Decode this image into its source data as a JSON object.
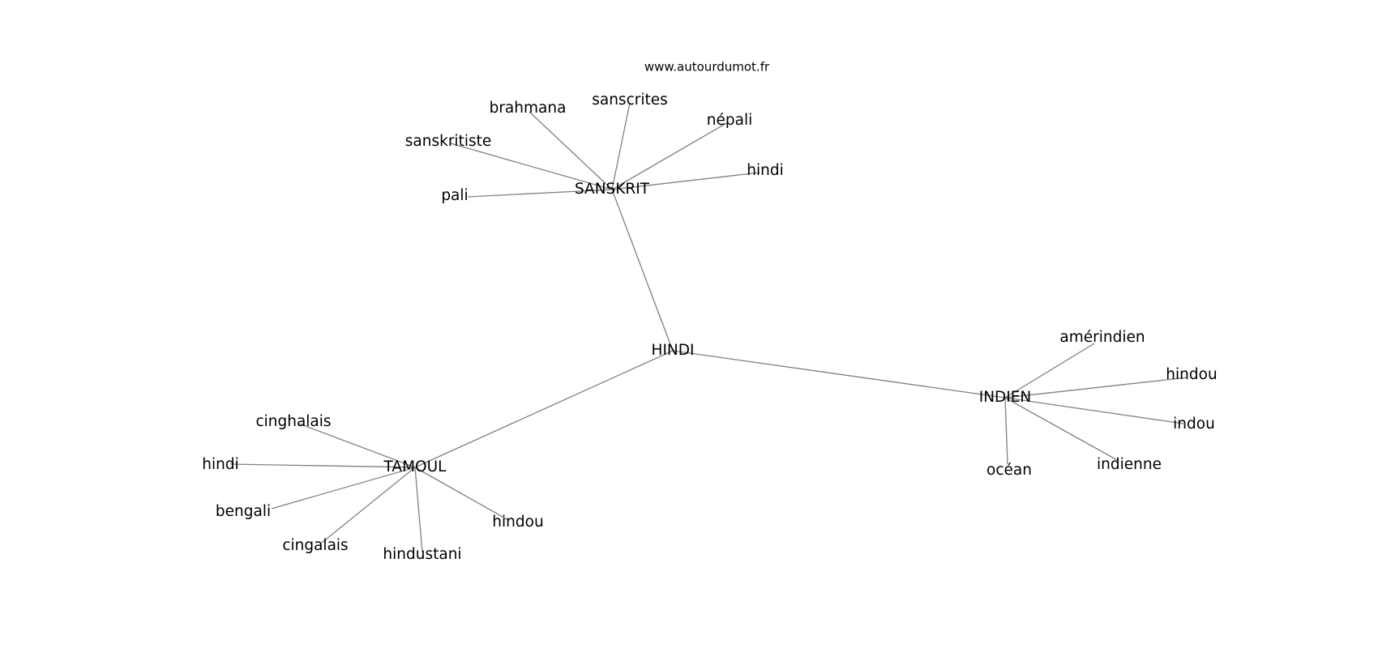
{
  "watermark": "www.autourdumot.fr",
  "colors": {
    "edge": "#808080",
    "text": "#000000",
    "background": "#ffffff"
  },
  "nodes": [
    {
      "id": "hindi_center",
      "label": "HINDI"
    },
    {
      "id": "sanskrit",
      "label": "SANSKRIT"
    },
    {
      "id": "tamoul",
      "label": "TAMOUL"
    },
    {
      "id": "indien",
      "label": "INDIEN"
    },
    {
      "id": "brahmana",
      "label": "brahmana"
    },
    {
      "id": "sanscrites",
      "label": "sanscrites"
    },
    {
      "id": "nepali",
      "label": "népali"
    },
    {
      "id": "sanskritiste",
      "label": "sanskritiste"
    },
    {
      "id": "hindi_s",
      "label": "hindi"
    },
    {
      "id": "pali",
      "label": "pali"
    },
    {
      "id": "cinghalais",
      "label": "cinghalais"
    },
    {
      "id": "hindi_t",
      "label": "hindi"
    },
    {
      "id": "bengali",
      "label": "bengali"
    },
    {
      "id": "cingalais",
      "label": "cingalais"
    },
    {
      "id": "hindustani",
      "label": "hindustani"
    },
    {
      "id": "hindou_t",
      "label": "hindou"
    },
    {
      "id": "amerindien",
      "label": "amérindien"
    },
    {
      "id": "hindou_i",
      "label": "hindou"
    },
    {
      "id": "indou",
      "label": "indou"
    },
    {
      "id": "indienne",
      "label": "indienne"
    },
    {
      "id": "ocean",
      "label": "océan"
    }
  ],
  "edges": [
    [
      "hindi_center",
      "sanskrit"
    ],
    [
      "hindi_center",
      "tamoul"
    ],
    [
      "hindi_center",
      "indien"
    ],
    [
      "sanskrit",
      "brahmana"
    ],
    [
      "sanskrit",
      "sanscrites"
    ],
    [
      "sanskrit",
      "nepali"
    ],
    [
      "sanskrit",
      "sanskritiste"
    ],
    [
      "sanskrit",
      "hindi_s"
    ],
    [
      "sanskrit",
      "pali"
    ],
    [
      "tamoul",
      "cinghalais"
    ],
    [
      "tamoul",
      "hindi_t"
    ],
    [
      "tamoul",
      "bengali"
    ],
    [
      "tamoul",
      "cingalais"
    ],
    [
      "tamoul",
      "hindustani"
    ],
    [
      "tamoul",
      "hindou_t"
    ],
    [
      "indien",
      "amerindien"
    ],
    [
      "indien",
      "hindou_i"
    ],
    [
      "indien",
      "indou"
    ],
    [
      "indien",
      "indienne"
    ],
    [
      "indien",
      "ocean"
    ]
  ]
}
